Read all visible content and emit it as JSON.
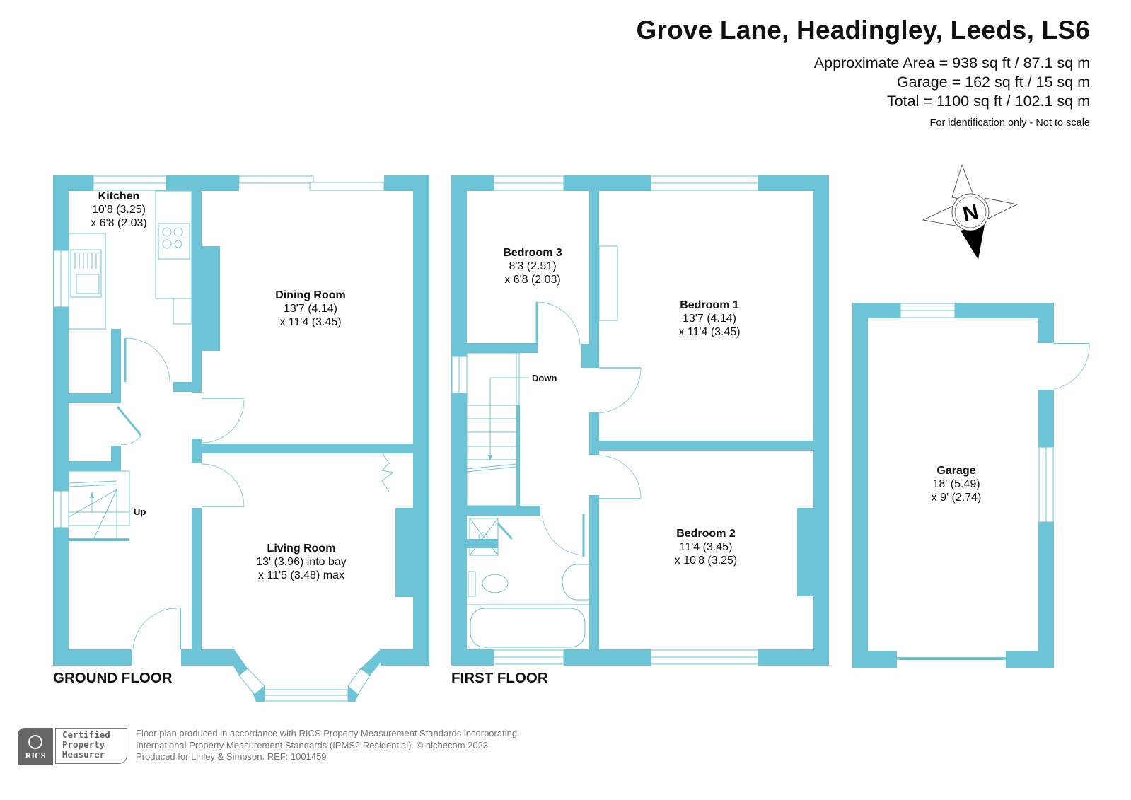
{
  "header": {
    "title": "Grove Lane, Headingley, Leeds, LS6",
    "approximate_area": "Approximate Area = 938 sq ft / 87.1 sq m",
    "garage_area": "Garage = 162 sq ft / 15 sq m",
    "total_area": "Total = 1100 sq ft / 102.1 sq m",
    "disclaimer": "For identification only - Not to scale"
  },
  "colors": {
    "walls": "#6cc4d6",
    "text": "#111111",
    "footer_text": "#777777"
  },
  "ground_floor": {
    "label": "GROUND FLOOR",
    "stairs_label": "Up",
    "rooms": [
      {
        "name": "Kitchen",
        "dim1": "10'8 (3.25)",
        "dim2": "x 6'8 (2.03)"
      },
      {
        "name": "Dining Room",
        "dim1": "13'7 (4.14)",
        "dim2": "x 11'4 (3.45)"
      },
      {
        "name": "Living Room",
        "dim1": "13' (3.96) into bay",
        "dim2": "x 11'5 (3.48) max"
      }
    ]
  },
  "first_floor": {
    "label": "FIRST FLOOR",
    "stairs_label": "Down",
    "rooms": [
      {
        "name": "Bedroom 3",
        "dim1": "8'3 (2.51)",
        "dim2": "x 6'8 (2.03)"
      },
      {
        "name": "Bedroom 1",
        "dim1": "13'7 (4.14)",
        "dim2": "x 11'4 (3.45)"
      },
      {
        "name": "Bedroom 2",
        "dim1": "11'4 (3.45)",
        "dim2": "x 10'8 (3.25)"
      }
    ]
  },
  "garage": {
    "name": "Garage",
    "dim1": "18' (5.49)",
    "dim2": "x 9' (2.74)"
  },
  "compass": {
    "icon": "north-compass-icon",
    "label": "N"
  },
  "footer": {
    "badge_org": "RICS",
    "badge_line1": "Certified",
    "badge_line2": "Property",
    "badge_line3": "Measurer",
    "line1": "Floor plan produced in accordance with RICS Property Measurement Standards incorporating",
    "line2": "International Property Measurement Standards (IPMS2 Residential).   © nichecom 2023.",
    "line3": "Produced for Linley & Simpson.   REF:  1001459"
  }
}
